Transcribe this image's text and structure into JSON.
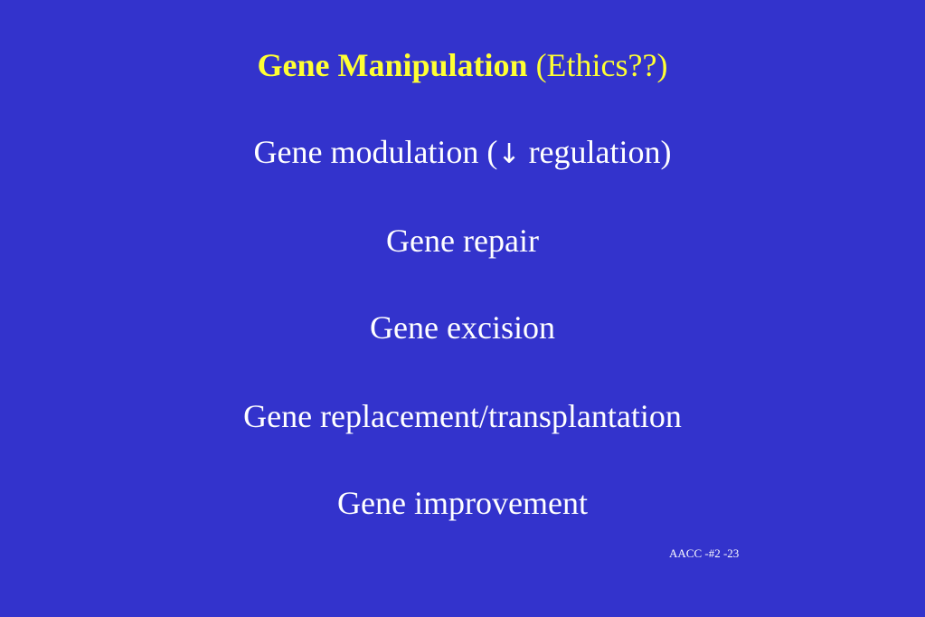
{
  "slide": {
    "title_bold": "Gene Manipulation",
    "title_rest": "(Ethics??)",
    "line1_pre": "Gene modulation (",
    "line1_arrow": "↓",
    "line1_post": " regulation)",
    "line2": "Gene repair",
    "line3": "Gene excision",
    "line4": "Gene replacement/transplantation",
    "line5": "Gene improvement",
    "footer": "AACC -#2 -23"
  },
  "colors": {
    "background": "#3333cc",
    "title": "#ffff33",
    "text": "#ffffff"
  }
}
